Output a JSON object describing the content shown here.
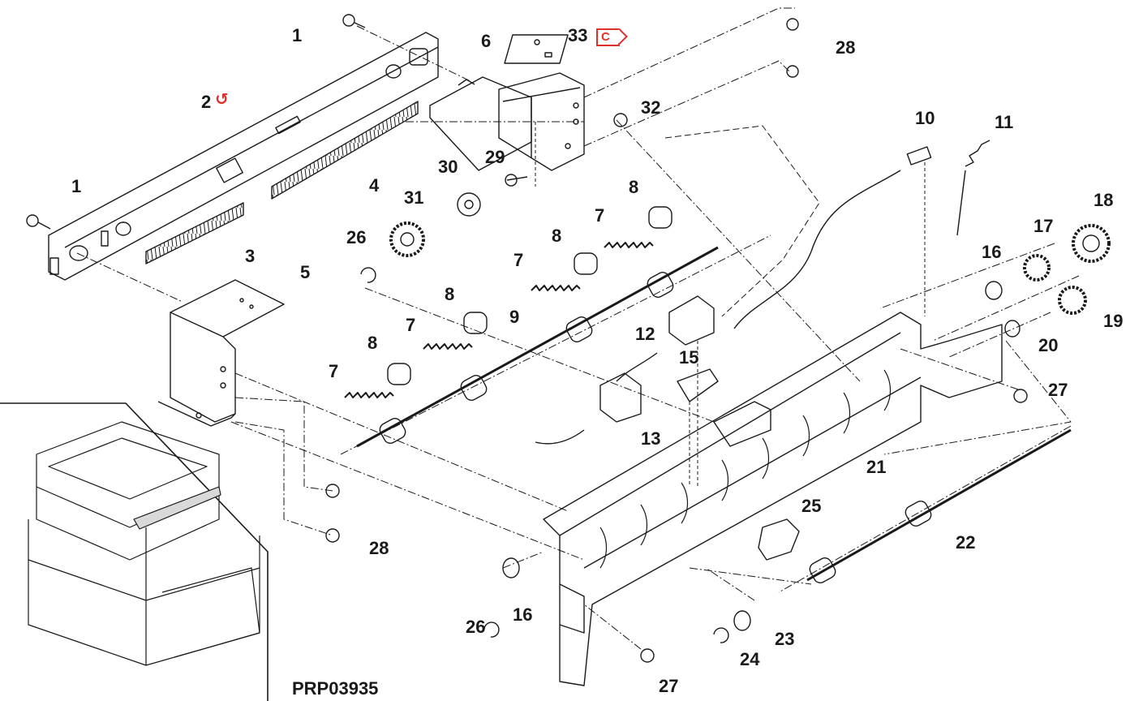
{
  "diagram": {
    "code": "PRP03935",
    "colors": {
      "line": "#1a1a1a",
      "accent": "#e0302a"
    },
    "marks": {
      "refresh_symbol": "↺",
      "c_badge": "C"
    },
    "labels": {
      "l1a": "1",
      "l1b": "1",
      "l2": "2",
      "l3": "3",
      "l4": "4",
      "l5": "5",
      "l6": "6",
      "l7a": "7",
      "l7b": "7",
      "l7c": "7",
      "l7d": "7",
      "l8a": "8",
      "l8b": "8",
      "l8c": "8",
      "l8d": "8",
      "l9": "9",
      "l10": "10",
      "l11": "11",
      "l12": "12",
      "l13": "13",
      "l15": "15",
      "l16a": "16",
      "l16b": "16",
      "l17": "17",
      "l18": "18",
      "l19": "19",
      "l20": "20",
      "l21": "21",
      "l22": "22",
      "l23": "23",
      "l24": "24",
      "l25": "25",
      "l26a": "26",
      "l26b": "26",
      "l27a": "27",
      "l27b": "27",
      "l28a": "28",
      "l28b": "28",
      "l29": "29",
      "l30": "30",
      "l31": "31",
      "l32": "32",
      "l33": "33"
    }
  }
}
